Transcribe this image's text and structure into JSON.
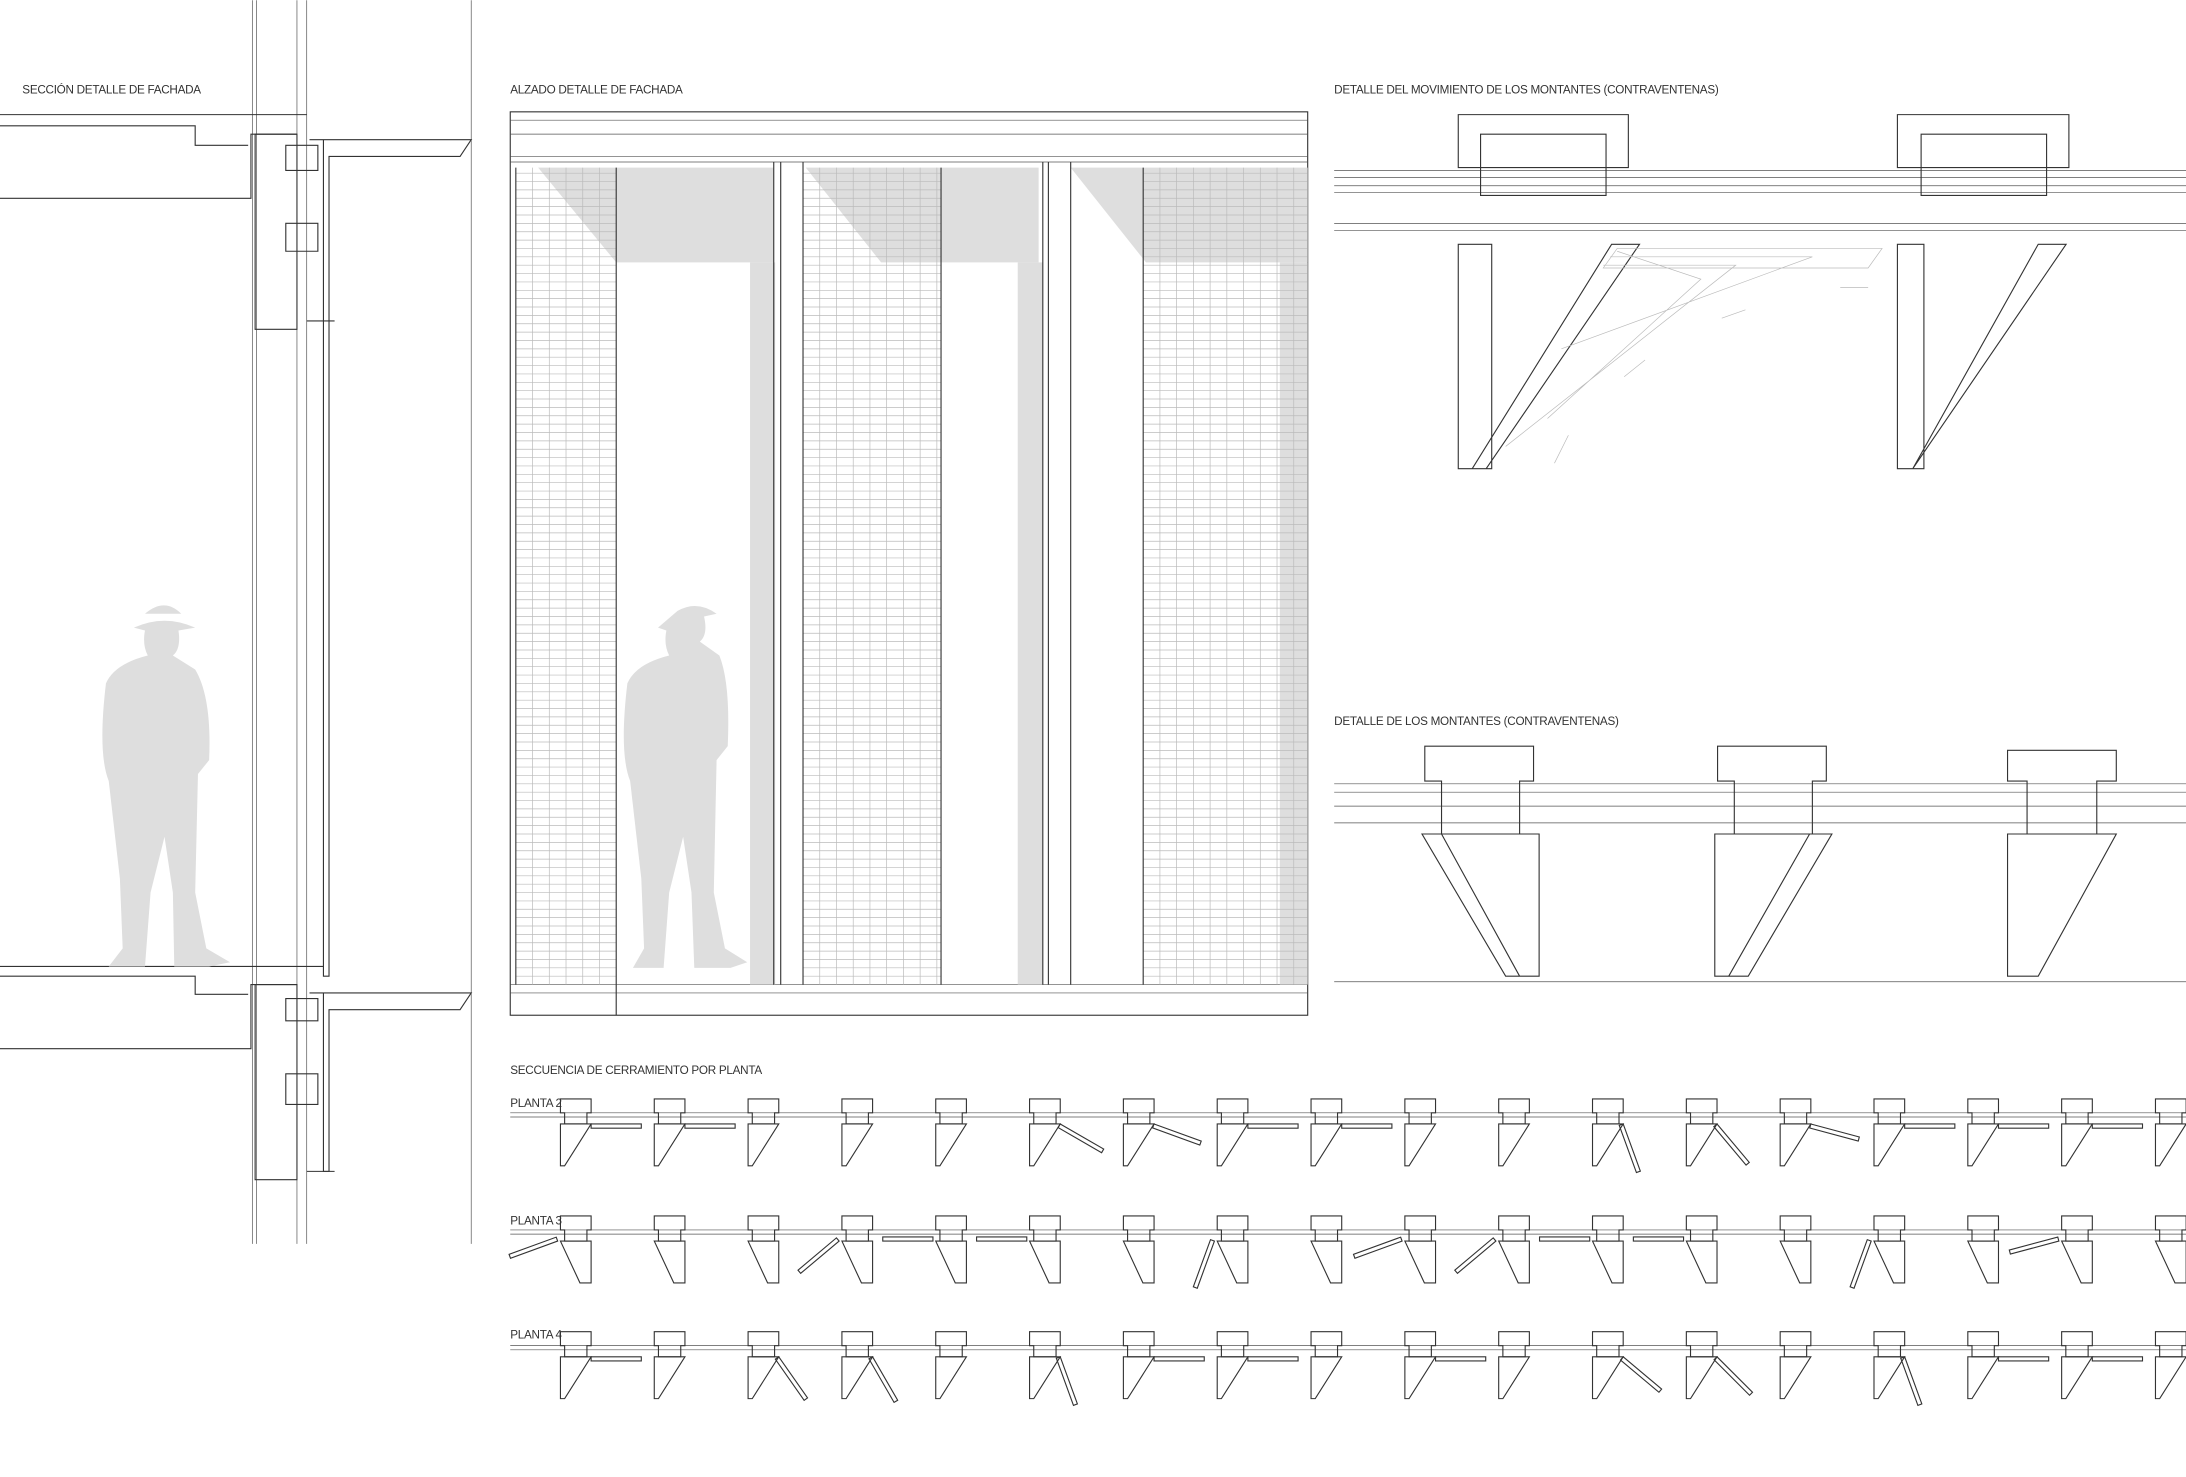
{
  "titles": {
    "section": "SECCIÓN DETALLE DE FACHADA",
    "elevation": "ALZADO DETALLE DE FACHADA",
    "movement": "DETALLE DEL MOVIMIENTO DE LOS MONTANTES (CONTRAVENTENAS)",
    "mullions": "DETALLE DE LOS MONTANTES (CONTRAVENTENAS)",
    "sequence": "SECCUENCIA DE CERRAMIENTO POR PLANTA"
  },
  "sequence_rows": [
    {
      "label": "PLANTA 2"
    },
    {
      "label": "PLANTA 3"
    },
    {
      "label": "PLANTA 4"
    }
  ]
}
